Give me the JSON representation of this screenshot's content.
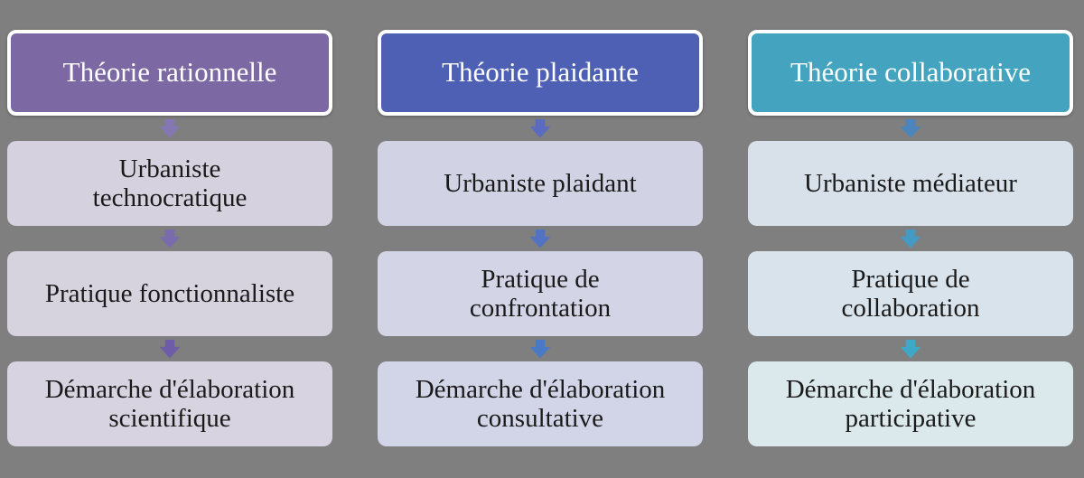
{
  "background_color": "#7f7f7f",
  "body_text_color": "#1a1a1a",
  "header_text_color": "#ffffff",
  "columns": [
    {
      "id": "theorie-rationnelle",
      "header": {
        "label": "Théorie rationnelle",
        "bg": "#7c68a2"
      },
      "boxes": [
        {
          "label": "Urbaniste\ntechnocratique",
          "bg": "#d6d1de"
        },
        {
          "label": "Pratique fonctionnaliste",
          "bg": "#d6d2de"
        },
        {
          "label": "Démarche d'élaboration\nscientifique",
          "bg": "#d8d3e0"
        }
      ],
      "arrow_colors": [
        "#8577b3",
        "#7a6bad",
        "#6e5da6"
      ]
    },
    {
      "id": "theorie-plaidante",
      "header": {
        "label": "Théorie plaidante",
        "bg": "#4e60b4"
      },
      "boxes": [
        {
          "label": "Urbaniste plaidant",
          "bg": "#d1d3e4"
        },
        {
          "label": "Pratique de\nconfrontation",
          "bg": "#d3d5e6"
        },
        {
          "label": "Démarche d'élaboration\nconsultative",
          "bg": "#d2d5e7"
        }
      ],
      "arrow_colors": [
        "#5a6bc0",
        "#5272c4",
        "#4a7ac6"
      ]
    },
    {
      "id": "theorie-collaborative",
      "header": {
        "label": "Théorie collaborative",
        "bg": "#44a4bf"
      },
      "boxes": [
        {
          "label": "Urbaniste médiateur",
          "bg": "#d8e1ea"
        },
        {
          "label": "Pratique de\ncollaboration",
          "bg": "#d8e3ec"
        },
        {
          "label": "Démarche d'élaboration\nparticipative",
          "bg": "#dbe9ed"
        }
      ],
      "arrow_colors": [
        "#4c85be",
        "#459ac4",
        "#3fa8c6"
      ]
    }
  ]
}
